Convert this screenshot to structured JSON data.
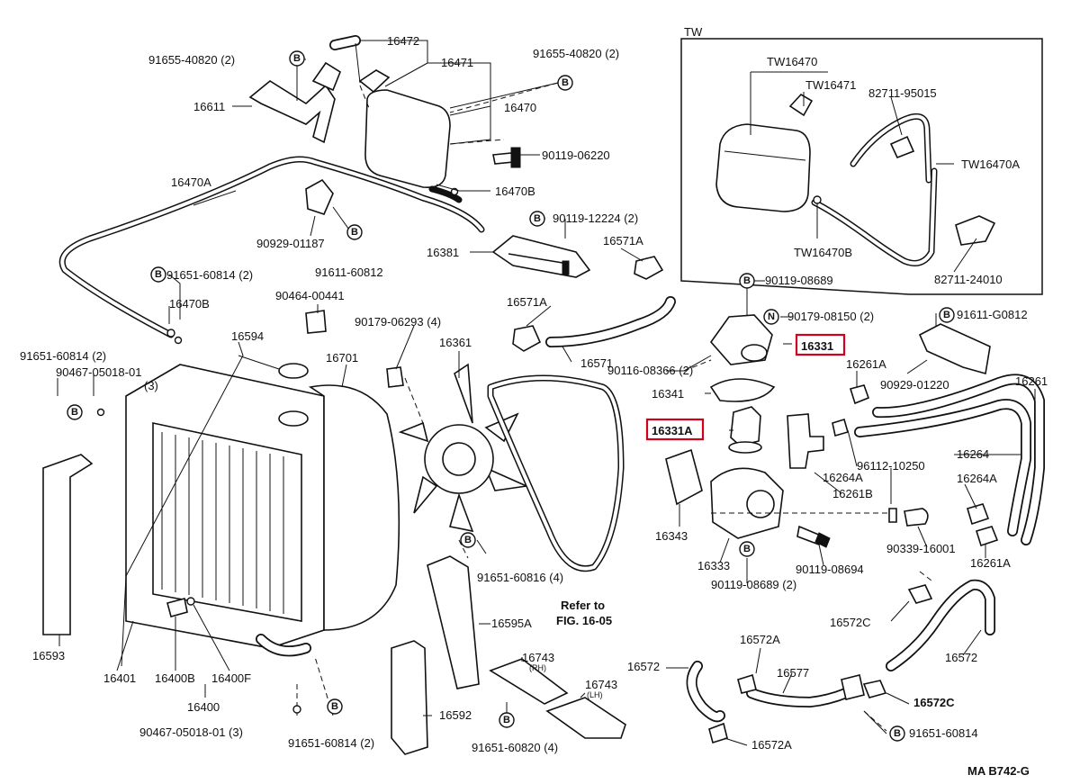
{
  "diagram": {
    "inset_label": "TW",
    "figure_code": "MA B742-G",
    "refer_text": [
      "Refer to",
      "FIG. 16-05"
    ],
    "highlighted": [
      "16331",
      "16331A"
    ],
    "callout_letters": {
      "bolt": "B",
      "nut": "N"
    },
    "labels": [
      "16472",
      "16471",
      "91655-40820 (2)",
      "91655-40820 (2)",
      "16611",
      "16470",
      "90119-06220",
      "16470A",
      "16470B",
      "90929-01187",
      "91611-60812",
      "90119-12224 (2)",
      "16381",
      "16571A",
      "16571A",
      "91651-60814 (2)",
      "16470B",
      "90464-00441",
      "90179-06293 (4)",
      "16361",
      "16594",
      "91651-60814 (2)",
      "90467-05018-01",
      "(3)",
      "16701",
      "16571",
      "90116-08366 (2)",
      "TW16470",
      "TW16471",
      "82711-95015",
      "TW16470A",
      "TW16470B",
      "82711-24010",
      "90119-08689",
      "90179-08150 (2)",
      "16331",
      "91611-G0812",
      "16261A",
      "90929-01220",
      "16261",
      "16341",
      "16331A",
      "16264",
      "16264A",
      "96112-10250",
      "16261B",
      "16264A",
      "16343",
      "16333",
      "90119-08694",
      "90339-16001",
      "16261A",
      "90119-08689 (2)",
      "91651-60816 (4)",
      "16595A",
      "16593",
      "16401",
      "16400B",
      "16400F",
      "16400",
      "16743",
      "(RH)",
      "16743",
      "(LH)",
      "16592",
      "90467-05018-01 (3)",
      "91651-60814 (2)",
      "91651-60820 (4)",
      "16572",
      "16572A",
      "16577",
      "16572C",
      "16572",
      "16572C",
      "16572A",
      "91651-60814"
    ]
  }
}
